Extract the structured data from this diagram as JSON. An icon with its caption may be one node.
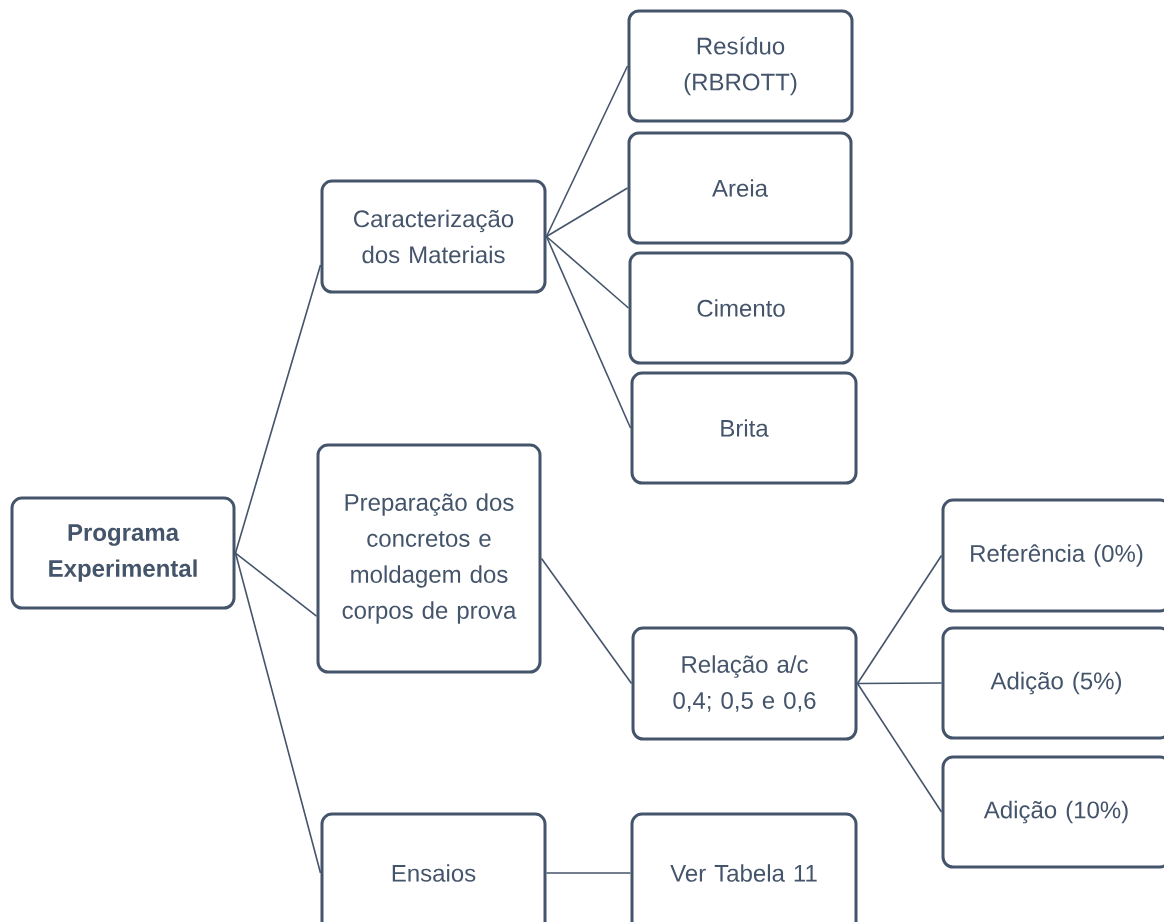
{
  "diagram": {
    "nodes": [
      {
        "text": [
          "Programa Experimental"
        ]
      },
      {
        "text": [
          "Caracterização dos Materiais"
        ]
      },
      {
        "text": [
          "Resíduo (RBROTT)"
        ]
      },
      {
        "text": [
          "Areia"
        ]
      },
      {
        "text": [
          "Cimento"
        ]
      },
      {
        "text": [
          "Brita"
        ]
      },
      {
        "text": [
          "Preparação dos concretos e moldagem dos corpos de prova"
        ]
      },
      {
        "text": [
          "Relação a/c 0,4; 0,5 e 0,6"
        ]
      },
      {
        "text": [
          "Referência (0%)"
        ]
      },
      {
        "text": [
          "Adição (5%)"
        ]
      },
      {
        "text": [
          "Adição (10%)"
        ]
      },
      {
        "text": [
          "Ensaios"
        ]
      },
      {
        "text": [
          "Ver Tabela 11"
        ]
      }
    ],
    "edges": [
      {
        "from": 0,
        "to": 1,
        "arrow": "none"
      },
      {
        "from": 0,
        "to": 6,
        "arrow": "none"
      },
      {
        "from": 0,
        "to": 11,
        "arrow": "none"
      },
      {
        "from": 1,
        "to": 2,
        "arrow": "none"
      },
      {
        "from": 1,
        "to": 3,
        "arrow": "none"
      },
      {
        "from": 1,
        "to": 4,
        "arrow": "none"
      },
      {
        "from": 1,
        "to": 5,
        "arrow": "none"
      },
      {
        "from": 6,
        "to": 7,
        "arrow": "none"
      },
      {
        "from": 7,
        "to": 8,
        "arrow": "none"
      },
      {
        "from": 7,
        "to": 9,
        "arrow": "none"
      },
      {
        "from": 7,
        "to": 10,
        "arrow": "none"
      },
      {
        "from": 11,
        "to": 12,
        "arrow": "none"
      }
    ]
  }
}
